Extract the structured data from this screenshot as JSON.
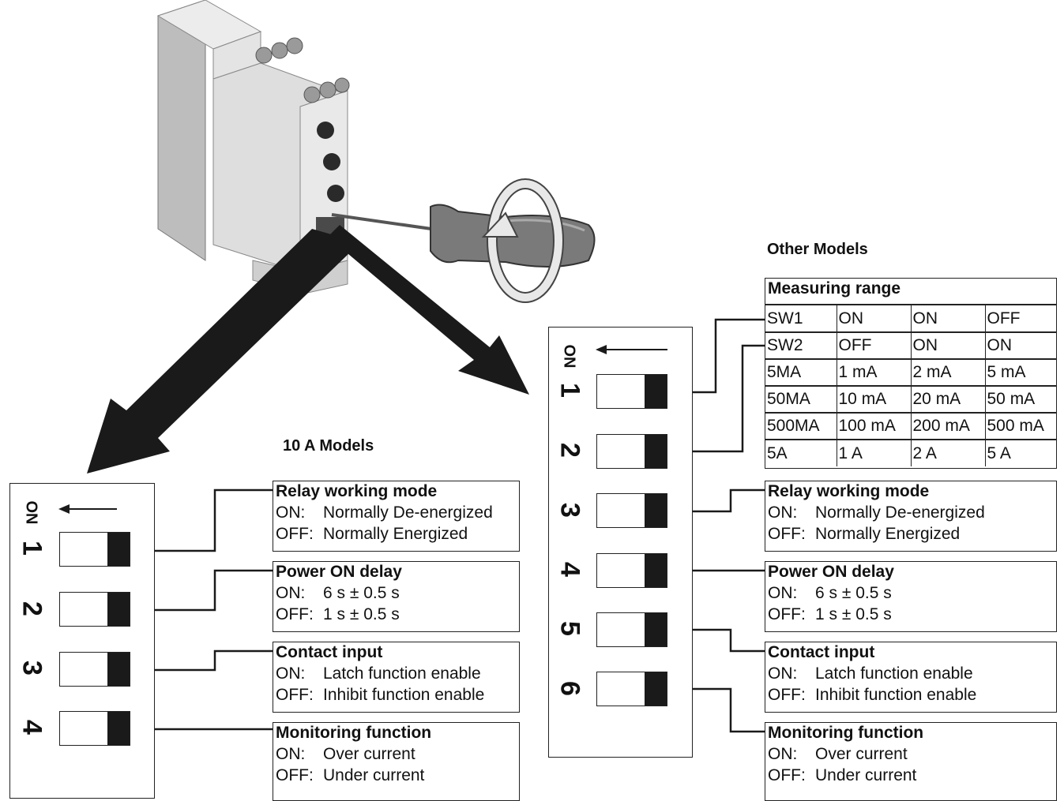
{
  "headings": {
    "ten_a": "10 A Models",
    "other": "Other Models"
  },
  "switch_panel": {
    "on_label": "ON"
  },
  "left": {
    "switches": [
      "1",
      "2",
      "3",
      "4"
    ]
  },
  "right": {
    "switches": [
      "1",
      "2",
      "3",
      "4",
      "5",
      "6"
    ]
  },
  "info_boxes": [
    {
      "title": "Relay working mode",
      "rows": [
        [
          "ON:",
          "Normally De-energized"
        ],
        [
          "OFF:",
          "Normally Energized"
        ]
      ]
    },
    {
      "title": "Power ON delay",
      "rows": [
        [
          "ON:",
          "6 s ± 0.5 s"
        ],
        [
          "OFF:",
          "1 s ± 0.5 s"
        ]
      ]
    },
    {
      "title": "Contact input",
      "rows": [
        [
          "ON:",
          "Latch function enable"
        ],
        [
          "OFF:",
          "Inhibit function enable"
        ]
      ]
    },
    {
      "title": "Monitoring function",
      "rows": [
        [
          "ON:",
          "Over current"
        ],
        [
          "OFF:",
          "Under current"
        ]
      ]
    }
  ],
  "measuring_range": {
    "title": "Measuring range",
    "rows": [
      [
        "SW1",
        "ON",
        "ON",
        "OFF"
      ],
      [
        "SW2",
        "OFF",
        "ON",
        "ON"
      ],
      [
        "5MA",
        "1 mA",
        "2 mA",
        "5 mA"
      ],
      [
        "50MA",
        "10 mA",
        "20 mA",
        "50 mA"
      ],
      [
        "500MA",
        "100 mA",
        "200 mA",
        "500 mA"
      ],
      [
        "5A",
        "1 A",
        "2 A",
        "5 A"
      ]
    ]
  },
  "colors": {
    "ink": "#1a1a1a",
    "device": "#d9d9d9",
    "screwdriver": "#6e6e6e"
  }
}
